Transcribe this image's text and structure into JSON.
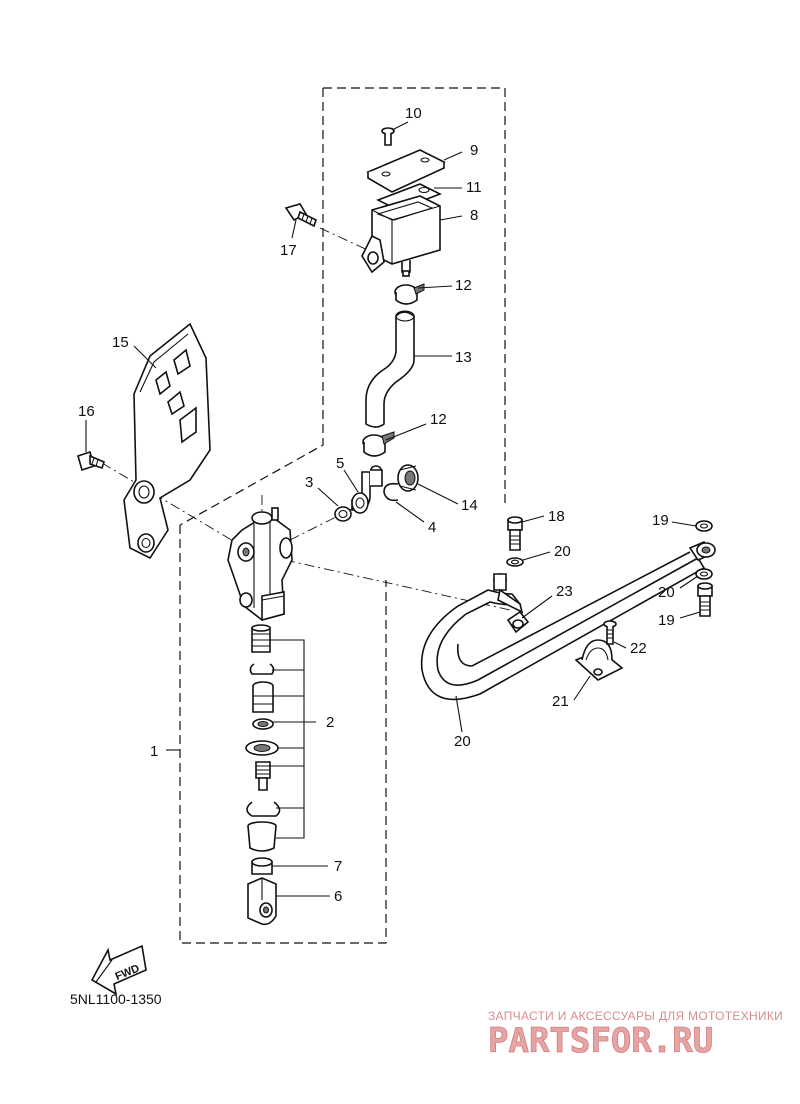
{
  "diagram": {
    "drawing_code": "5NL1100-1350",
    "fwd_label": "FWD",
    "watermark": {
      "tagline": "ЗАПЧАСТИ И АКСЕССУАРЫ ДЛЯ МОТОТЕХНИКИ",
      "brand": "PARTSFOR.RU"
    },
    "callouts": [
      "1",
      "2",
      "3",
      "4",
      "5",
      "6",
      "7",
      "8",
      "9",
      "10",
      "11",
      "12",
      "12",
      "13",
      "14",
      "15",
      "16",
      "17",
      "18",
      "19",
      "19",
      "20",
      "20",
      "20",
      "21",
      "22",
      "23"
    ]
  }
}
